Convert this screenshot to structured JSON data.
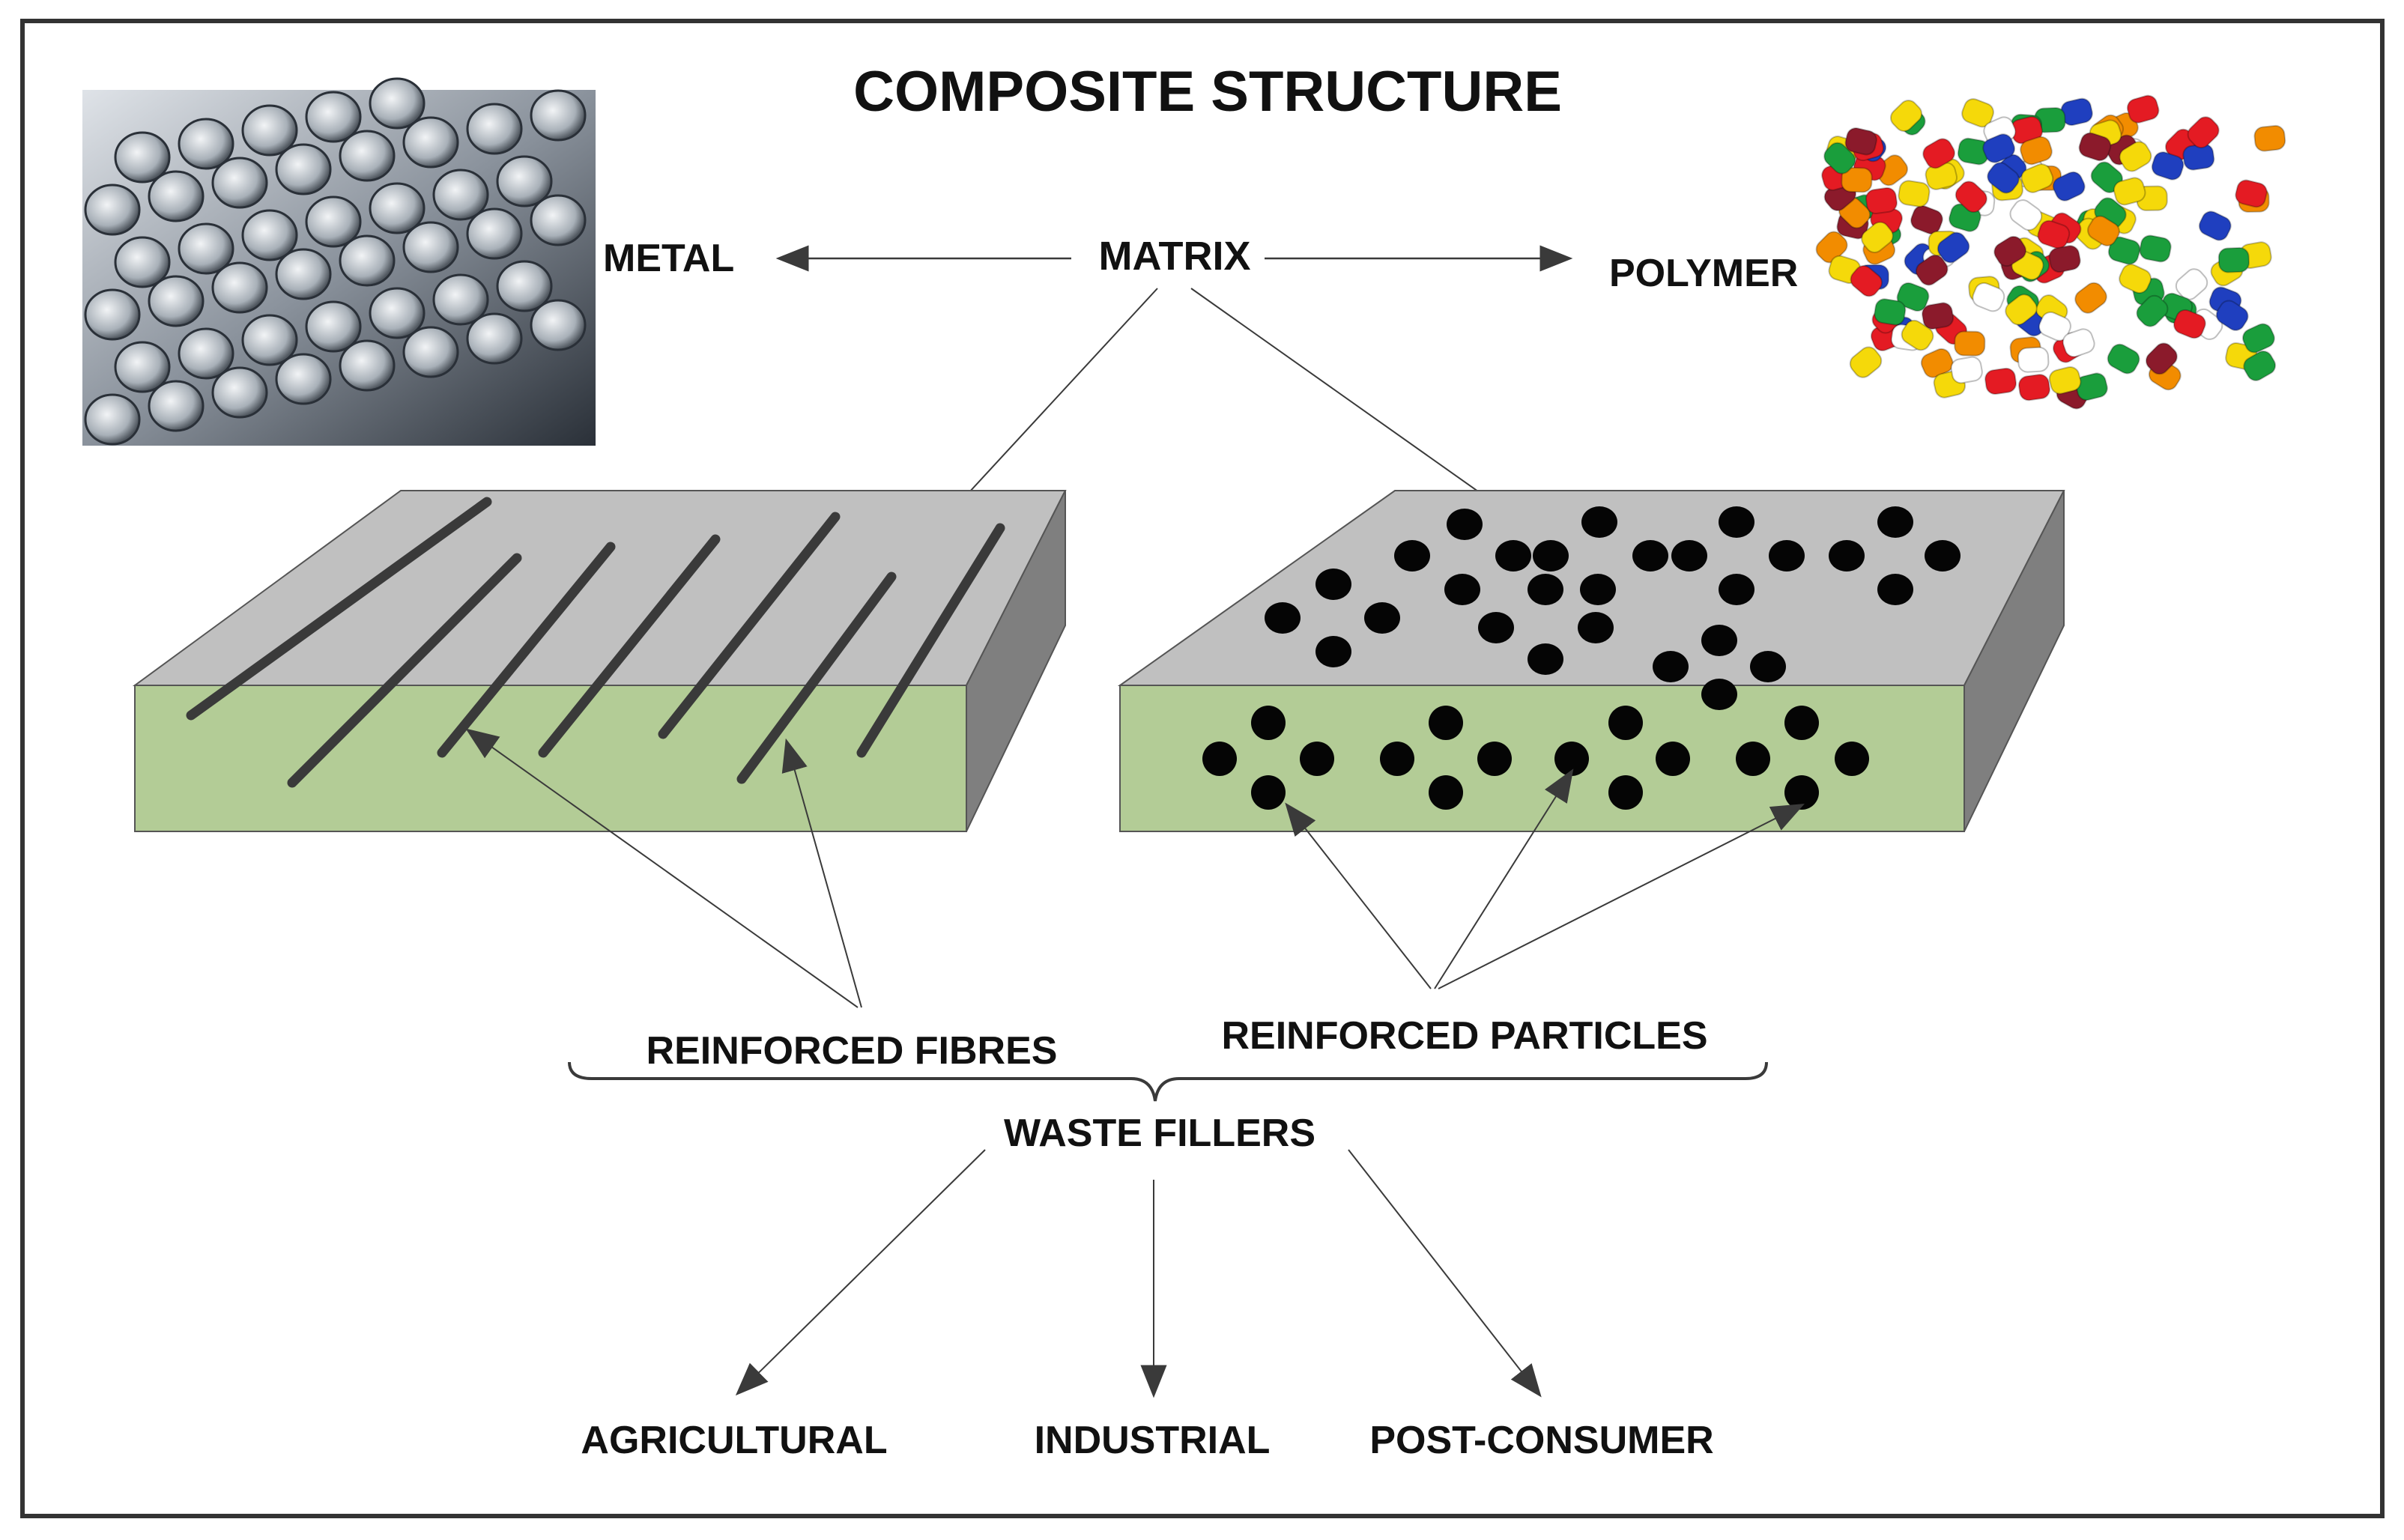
{
  "title": "COMPOSITE STRUCTURE",
  "matrix": {
    "label": "MATRIX",
    "left_option": "METAL",
    "right_option": "POLYMER"
  },
  "images": {
    "metal": "metal-rods-photo",
    "polymer": "colorful-polymer-pellets-photo"
  },
  "reinforcements": {
    "fibres_label": "REINFORCED FIBRES",
    "particles_label": "REINFORCED PARTICLES"
  },
  "waste": {
    "label": "WASTE FILLERS",
    "categories": [
      "AGRICULTURAL",
      "INDUSTRIAL",
      "POST-CONSUMER"
    ]
  },
  "colors": {
    "slab_top": "#c0c0c0",
    "slab_front": "#b3cc96",
    "slab_side": "#7f7f7f",
    "fibre": "#3a3a3a",
    "particle": "#050505",
    "border": "#333333"
  }
}
